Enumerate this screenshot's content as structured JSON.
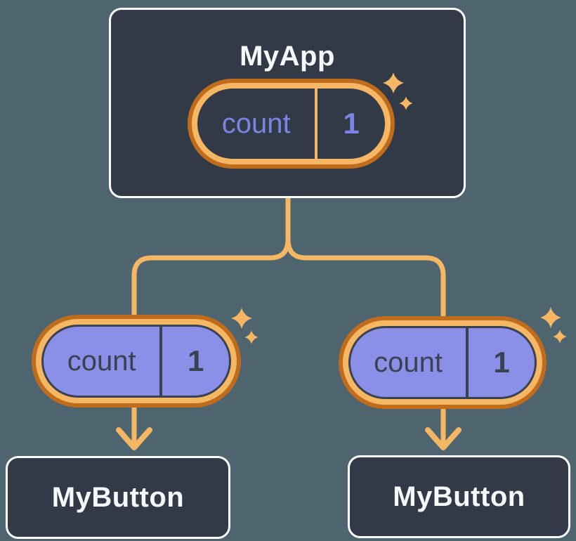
{
  "nodes": {
    "root": {
      "label": "MyApp"
    },
    "left_child": {
      "label": "MyButton"
    },
    "right_child": {
      "label": "MyButton"
    }
  },
  "pills": {
    "root": {
      "name": "count",
      "value": "1"
    },
    "left": {
      "name": "count",
      "value": "1"
    },
    "right": {
      "name": "count",
      "value": "1"
    }
  },
  "colors": {
    "background": "#4e646e",
    "node_fill": "#333a47",
    "node_border": "#ffffff",
    "accent_orange": "#c06c1d",
    "accent_orange_light": "#f5b763",
    "pill_purple": "#8a90e8",
    "text_light": "#f6f8fa",
    "text_periwinkle": "#7c84e3",
    "text_dark": "#3a4150"
  }
}
